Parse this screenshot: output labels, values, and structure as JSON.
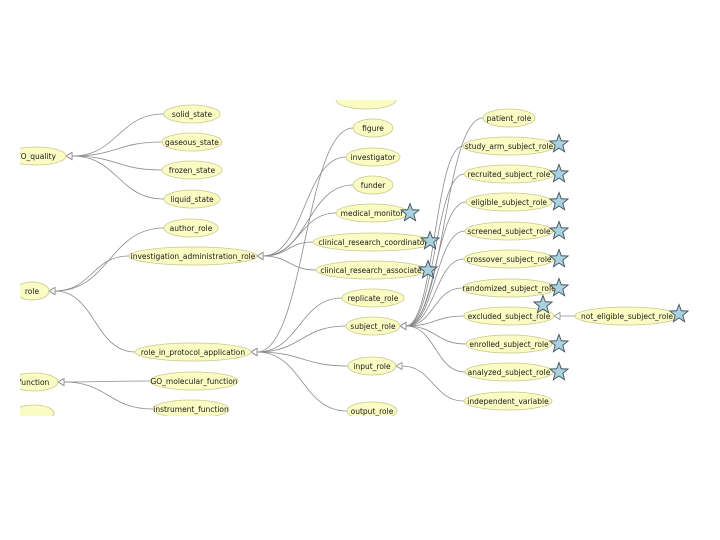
{
  "nodes": [
    {
      "id": "top_partial",
      "label": "",
      "star": false
    },
    {
      "id": "figure",
      "label": "figure",
      "star": false
    },
    {
      "id": "patient_role",
      "label": "patient_role",
      "star": false
    },
    {
      "id": "solid_state",
      "label": "solid_state",
      "star": false
    },
    {
      "id": "gaseous_state",
      "label": "gaseous_state",
      "star": false
    },
    {
      "id": "frozen_state",
      "label": "frozen_state",
      "star": false
    },
    {
      "id": "liquid_state",
      "label": "liquid_state",
      "star": false
    },
    {
      "id": "pato_quality",
      "label": "TO_quality",
      "star": false
    },
    {
      "id": "investigator",
      "label": "investigator",
      "star": false
    },
    {
      "id": "funder",
      "label": "funder",
      "star": false
    },
    {
      "id": "medical_monitor",
      "label": "medical_monitor",
      "star": true
    },
    {
      "id": "clinical_research_coordinator",
      "label": "clinical_research_coordinator",
      "star": true
    },
    {
      "id": "clinical_research_associate",
      "label": "clinical_research_associate",
      "star": true
    },
    {
      "id": "author_role",
      "label": "author_role",
      "star": false
    },
    {
      "id": "investigation_administration_role",
      "label": "investigation_administration_role",
      "star": false
    },
    {
      "id": "role",
      "label": "role",
      "star": false
    },
    {
      "id": "replicate_role",
      "label": "replicate_role",
      "star": false
    },
    {
      "id": "subject_role",
      "label": "subject_role",
      "star": false
    },
    {
      "id": "role_in_protocol_application",
      "label": "role_in_protocol_application",
      "star": false
    },
    {
      "id": "input_role",
      "label": "input_role",
      "star": false
    },
    {
      "id": "output_role",
      "label": "output_role",
      "star": false
    },
    {
      "id": "function",
      "label": "function",
      "star": false
    },
    {
      "id": "go_molecular_function",
      "label": "GO_molecular_function",
      "star": false
    },
    {
      "id": "instrument_function",
      "label": "instrument_function",
      "star": false
    },
    {
      "id": "bottom_left_partial",
      "label": "",
      "star": false
    },
    {
      "id": "study_arm_subject_role",
      "label": "study_arm_subject_role",
      "star": true
    },
    {
      "id": "recruited_subject_role",
      "label": "recruited_subject_role",
      "star": true
    },
    {
      "id": "eligible_subject_role",
      "label": "eligible_subject_role",
      "star": true
    },
    {
      "id": "screened_subject_role",
      "label": "screened_subject_role",
      "star": true
    },
    {
      "id": "crossover_subject_role",
      "label": "crossover_subject_role",
      "star": true
    },
    {
      "id": "randomized_subject_role",
      "label": "randomized_subject_role",
      "star": true
    },
    {
      "id": "excluded_subject_role",
      "label": "excluded_subject_role",
      "star": true
    },
    {
      "id": "not_eligible_subject_role",
      "label": "not_eligible_subject_role",
      "star": true
    },
    {
      "id": "enrolled_subject_role",
      "label": "enrolled_subject_role",
      "star": true
    },
    {
      "id": "analyzed_subject_role",
      "label": "analyzed_subject_role",
      "star": true
    },
    {
      "id": "independent_variable",
      "label": "independent_variable",
      "star": false
    }
  ],
  "edges": [
    [
      "solid_state",
      "pato_quality"
    ],
    [
      "gaseous_state",
      "pato_quality"
    ],
    [
      "frozen_state",
      "pato_quality"
    ],
    [
      "liquid_state",
      "pato_quality"
    ],
    [
      "investigator",
      "investigation_administration_role"
    ],
    [
      "funder",
      "investigation_administration_role"
    ],
    [
      "medical_monitor",
      "investigation_administration_role"
    ],
    [
      "clinical_research_coordinator",
      "investigation_administration_role"
    ],
    [
      "clinical_research_associate",
      "investigation_administration_role"
    ],
    [
      "author_role",
      "role"
    ],
    [
      "investigation_administration_role",
      "role"
    ],
    [
      "role_in_protocol_application",
      "role"
    ],
    [
      "replicate_role",
      "role_in_protocol_application"
    ],
    [
      "subject_role",
      "role_in_protocol_application"
    ],
    [
      "input_role",
      "role_in_protocol_application"
    ],
    [
      "output_role",
      "role_in_protocol_application"
    ],
    [
      "figure",
      "role_in_protocol_application"
    ],
    [
      "patient_role",
      "subject_role"
    ],
    [
      "study_arm_subject_role",
      "subject_role"
    ],
    [
      "recruited_subject_role",
      "subject_role"
    ],
    [
      "eligible_subject_role",
      "subject_role"
    ],
    [
      "screened_subject_role",
      "subject_role"
    ],
    [
      "crossover_subject_role",
      "subject_role"
    ],
    [
      "randomized_subject_role",
      "subject_role"
    ],
    [
      "excluded_subject_role",
      "subject_role"
    ],
    [
      "enrolled_subject_role",
      "subject_role"
    ],
    [
      "analyzed_subject_role",
      "subject_role"
    ],
    [
      "not_eligible_subject_role",
      "excluded_subject_role"
    ],
    [
      "independent_variable",
      "input_role"
    ],
    [
      "go_molecular_function",
      "function"
    ],
    [
      "instrument_function",
      "function"
    ]
  ]
}
